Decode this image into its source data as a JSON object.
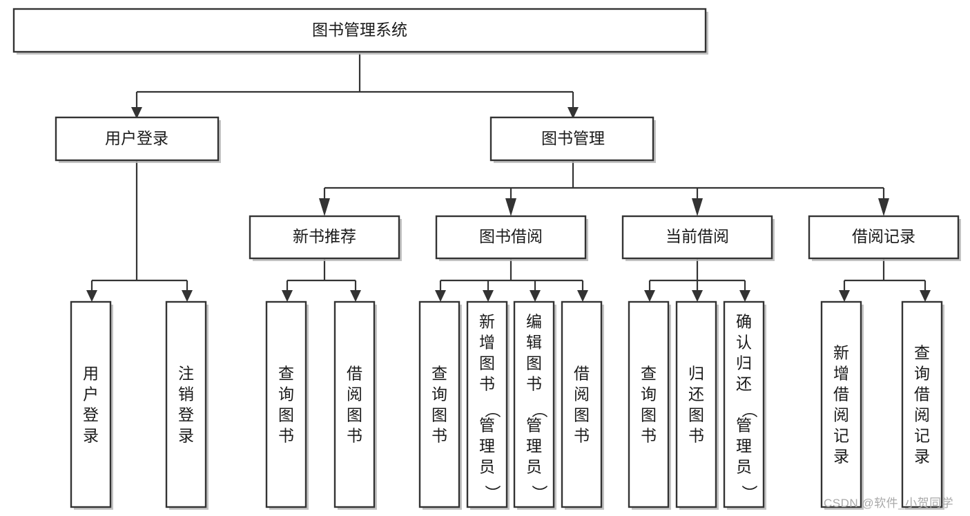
{
  "diagram": {
    "type": "tree-hierarchy-chart",
    "title": "图书管理系统",
    "orientation": "top-down",
    "colors": {
      "box_fill": "#ffffff",
      "box_stroke": "#333333",
      "shadow": "#b8b8b8",
      "text": "#1a1a1a",
      "watermark": "#a9a9a9"
    },
    "levels": [
      {
        "level": 1,
        "nodes": [
          {
            "id": "root",
            "label": "图书管理系统",
            "orientation": "horizontal"
          }
        ]
      },
      {
        "level": 2,
        "nodes": [
          {
            "id": "user-login",
            "label": "用户登录",
            "orientation": "horizontal",
            "parent": "root"
          },
          {
            "id": "book-manage",
            "label": "图书管理",
            "orientation": "horizontal",
            "parent": "root"
          }
        ]
      },
      {
        "level": 3,
        "nodes": [
          {
            "id": "new-book-rec",
            "label": "新书推荐",
            "orientation": "horizontal",
            "parent": "book-manage"
          },
          {
            "id": "book-borrow",
            "label": "图书借阅",
            "orientation": "horizontal",
            "parent": "book-manage"
          },
          {
            "id": "current-borrow",
            "label": "当前借阅",
            "orientation": "horizontal",
            "parent": "book-manage"
          },
          {
            "id": "borrow-record",
            "label": "借阅记录",
            "orientation": "horizontal",
            "parent": "book-manage"
          }
        ]
      },
      {
        "level": 4,
        "nodes": [
          {
            "id": "leaf-user-login",
            "label": "用户登录",
            "orientation": "vertical",
            "parent": "user-login"
          },
          {
            "id": "leaf-logout",
            "label": "注销登录",
            "orientation": "vertical",
            "parent": "user-login"
          },
          {
            "id": "leaf-query-book-1",
            "label": "查询图书",
            "orientation": "vertical",
            "parent": "new-book-rec"
          },
          {
            "id": "leaf-borrow-book-1",
            "label": "借阅图书",
            "orientation": "vertical",
            "parent": "new-book-rec"
          },
          {
            "id": "leaf-query-book-2",
            "label": "查询图书",
            "orientation": "vertical",
            "parent": "book-borrow"
          },
          {
            "id": "leaf-add-book",
            "label": "新增图书（管理员）",
            "orientation": "vertical",
            "parent": "book-borrow"
          },
          {
            "id": "leaf-edit-book",
            "label": "编辑图书（管理员）",
            "orientation": "vertical",
            "parent": "book-borrow"
          },
          {
            "id": "leaf-borrow-book-2",
            "label": "借阅图书",
            "orientation": "vertical",
            "parent": "book-borrow"
          },
          {
            "id": "leaf-query-book-3",
            "label": "查询图书",
            "orientation": "vertical",
            "parent": "current-borrow"
          },
          {
            "id": "leaf-return-book",
            "label": "归还图书",
            "orientation": "vertical",
            "parent": "current-borrow"
          },
          {
            "id": "leaf-confirm-return",
            "label": "确认归还（管理员）",
            "orientation": "vertical",
            "parent": "current-borrow"
          },
          {
            "id": "leaf-add-record",
            "label": "新增借阅记录",
            "orientation": "vertical",
            "parent": "borrow-record"
          },
          {
            "id": "leaf-query-record",
            "label": "查询借阅记录",
            "orientation": "vertical",
            "parent": "borrow-record"
          }
        ]
      }
    ]
  },
  "watermark": {
    "text": "CSDN @软件_小贺同学"
  }
}
